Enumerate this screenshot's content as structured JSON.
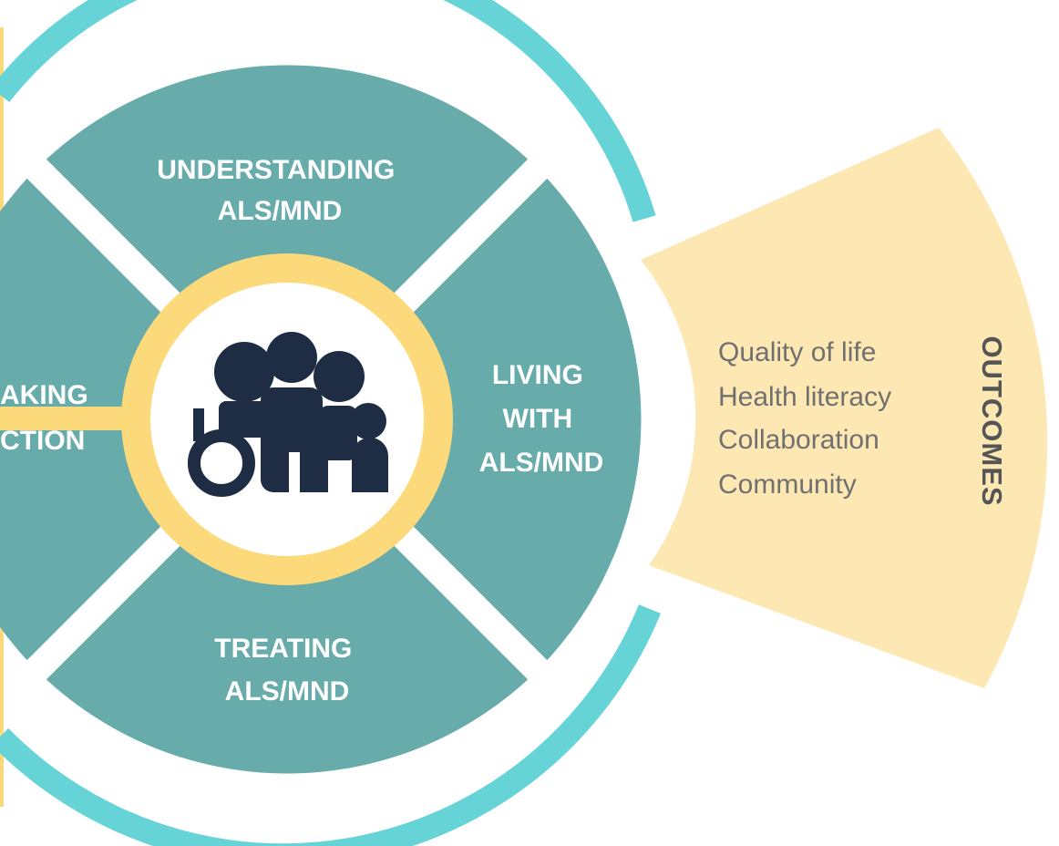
{
  "colors": {
    "segment": "#67abab",
    "outer_ring": "#66d4d6",
    "hub_ring": "#fcd97a",
    "outcomes_fan": "#fde8b4",
    "people_icon": "#1e2d44",
    "label_text": "#ffffff",
    "outcome_text": "#707070",
    "outcome_title": "#555555"
  },
  "segments": {
    "top": [
      "UNDERSTANDING",
      "ALS/MND"
    ],
    "right": [
      "LIVING",
      "WITH",
      "ALS/MND"
    ],
    "bottom": [
      "TREATING",
      "ALS/MND"
    ],
    "left": [
      "AKING",
      "CTION"
    ]
  },
  "outcomes": {
    "title": "OUTCOMES",
    "items": [
      "Quality of life",
      "Health literacy",
      "Collaboration",
      "Community"
    ]
  },
  "center_icon": "people-with-wheelchair-icon"
}
